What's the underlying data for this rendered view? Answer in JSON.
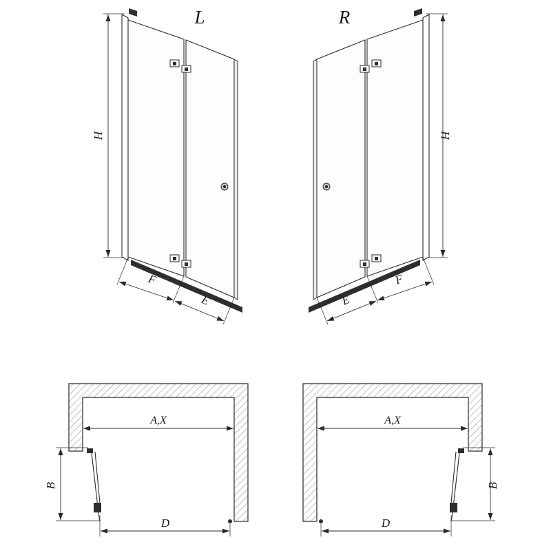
{
  "elevations": {
    "left": {
      "label": "L",
      "height": "H",
      "inner_panel": "F",
      "outer_panel": "E"
    },
    "right": {
      "label": "R",
      "height": "H",
      "inner_panel": "F",
      "outer_panel": "E"
    }
  },
  "plans": {
    "left": {
      "opening_width": "A,X",
      "door_depth": "B",
      "entry_width": "D"
    },
    "right": {
      "opening_width": "A,X",
      "door_depth": "B",
      "entry_width": "D"
    }
  },
  "colors": {
    "line": "#2a2a2a",
    "dark_fill": "#2e2e2e",
    "hatch": "#a0a0a0",
    "background": "#ffffff"
  }
}
